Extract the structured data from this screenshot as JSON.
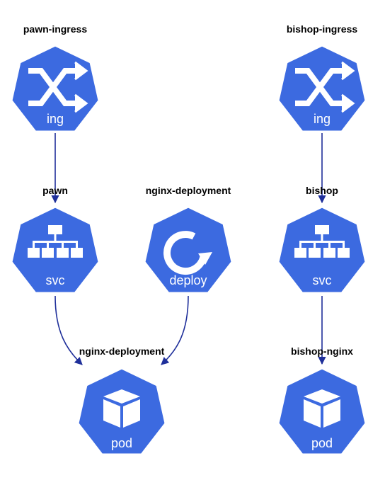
{
  "colors": {
    "icon_fill": "#3c6ae0",
    "icon_border": "#ffffff",
    "edge": "#1f2f9a",
    "label": "#000000"
  },
  "nodes": {
    "pawn_ingress": {
      "name": "pawn-ingress",
      "kind": "ing",
      "icon": "shuffle-icon"
    },
    "bishop_ingress": {
      "name": "bishop-ingress",
      "kind": "ing",
      "icon": "shuffle-icon"
    },
    "pawn_svc": {
      "name": "pawn",
      "kind": "svc",
      "icon": "hierarchy-icon"
    },
    "nginx_deploy": {
      "name": "nginx-deployment",
      "kind": "deploy",
      "icon": "rotate-icon"
    },
    "bishop_svc": {
      "name": "bishop",
      "kind": "svc",
      "icon": "hierarchy-icon"
    },
    "nginx_pod": {
      "name": "nginx-deployment",
      "kind": "pod",
      "icon": "cube-icon"
    },
    "bishop_pod": {
      "name": "bishop-nginx",
      "kind": "pod",
      "icon": "cube-icon"
    }
  },
  "edges": [
    {
      "from": "pawn-ingress",
      "to": "pawn"
    },
    {
      "from": "bishop-ingress",
      "to": "bishop"
    },
    {
      "from": "pawn",
      "to": "nginx-deployment"
    },
    {
      "from": "nginx-deployment",
      "to": "nginx-deployment"
    },
    {
      "from": "bishop",
      "to": "bishop-nginx"
    }
  ]
}
